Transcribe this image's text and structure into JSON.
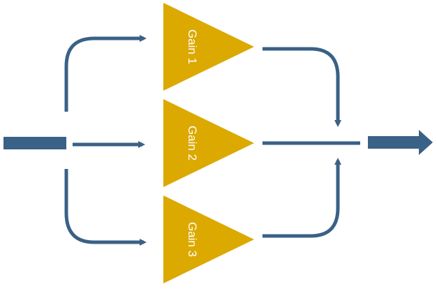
{
  "colors": {
    "arrow": "#3a6186",
    "gain_fill": "#dca900",
    "label_text": "#ffffff",
    "background": "#ffffff"
  },
  "stages": [
    {
      "label": "Gain 1"
    },
    {
      "label": "Gain 2"
    },
    {
      "label": "Gain 3"
    }
  ]
}
